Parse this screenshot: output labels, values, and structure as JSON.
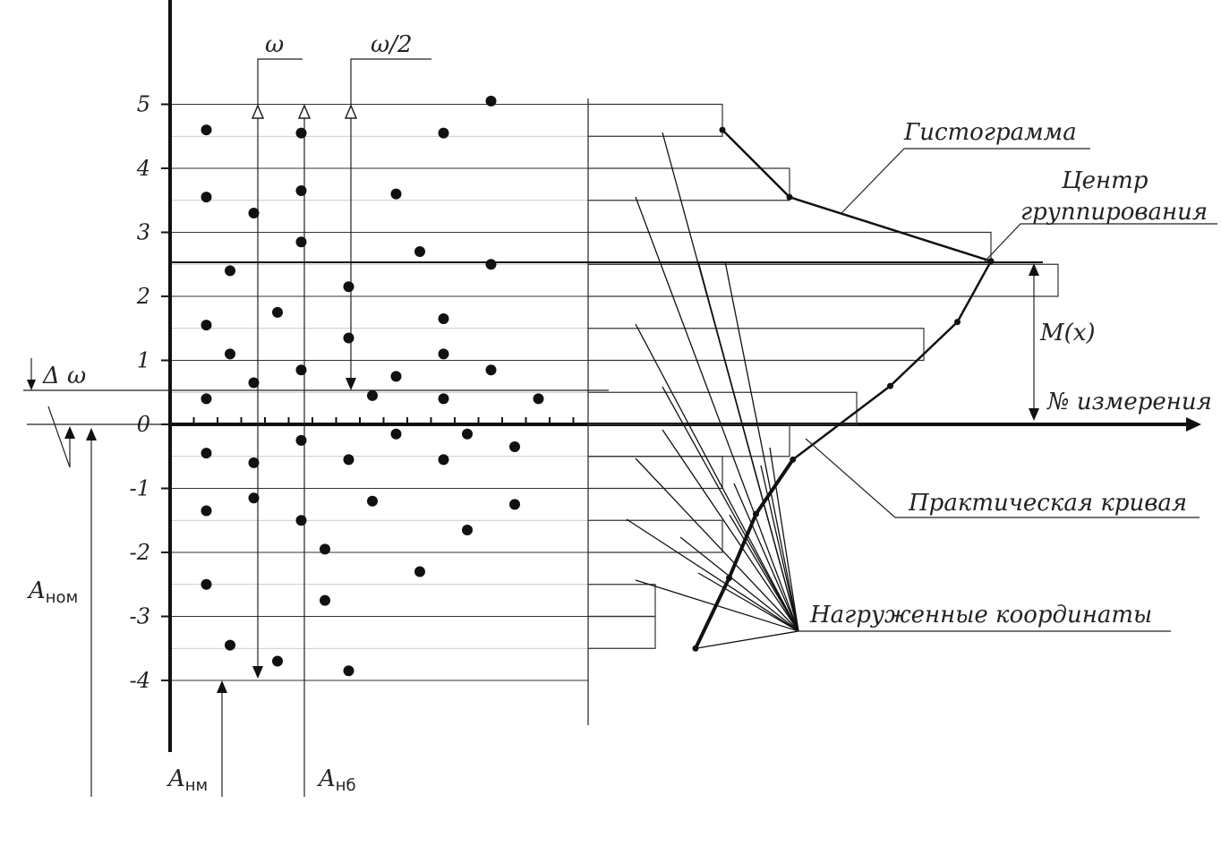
{
  "y_ticks": [
    "5",
    "4",
    "3",
    "2",
    "1",
    "0",
    "-1",
    "-2",
    "-3",
    "-4"
  ],
  "labels": {
    "omega": "ω",
    "omega_half": "ω/2",
    "delta_omega": "Δ ω",
    "histogram": "Гистограмма",
    "center_line1": "Центр",
    "center_line2": "группирования",
    "mx": "M(x)",
    "x_axis": "№ измерения",
    "practical_curve": "Практическая кривая",
    "loaded_coordinates": "Нагруженные координаты",
    "a_nom": "A",
    "a_nom_sub": "ном",
    "a_nm": "A",
    "a_nm_sub": "нм",
    "a_nb": "A",
    "a_nb_sub": "нб"
  },
  "scatter_points": [
    [
      1,
      4.6
    ],
    [
      1,
      3.55
    ],
    [
      1,
      1.55
    ],
    [
      1,
      0.4
    ],
    [
      1,
      -0.45
    ],
    [
      1,
      -1.35
    ],
    [
      1,
      -2.5
    ],
    [
      2,
      2.4
    ],
    [
      2,
      1.1
    ],
    [
      2,
      -3.45
    ],
    [
      3,
      3.3
    ],
    [
      3,
      0.65
    ],
    [
      3,
      -0.6
    ],
    [
      3,
      -1.15
    ],
    [
      4,
      1.75
    ],
    [
      4,
      -3.7
    ],
    [
      5,
      4.55
    ],
    [
      5,
      3.65
    ],
    [
      5,
      2.85
    ],
    [
      5,
      0.85
    ],
    [
      5,
      -0.25
    ],
    [
      5,
      -1.5
    ],
    [
      6,
      -1.95
    ],
    [
      6,
      -2.75
    ],
    [
      7,
      2.15
    ],
    [
      7,
      1.35
    ],
    [
      7,
      -0.55
    ],
    [
      7,
      -3.85
    ],
    [
      8,
      0.45
    ],
    [
      8,
      -1.2
    ],
    [
      9,
      3.6
    ],
    [
      9,
      0.75
    ],
    [
      9,
      -0.15
    ],
    [
      10,
      2.7
    ],
    [
      10,
      -2.3
    ],
    [
      11,
      4.55
    ],
    [
      11,
      1.65
    ],
    [
      11,
      1.1
    ],
    [
      11,
      0.4
    ],
    [
      11,
      -0.55
    ],
    [
      12,
      -0.15
    ],
    [
      12,
      -1.65
    ],
    [
      13,
      5.05
    ],
    [
      13,
      2.5
    ],
    [
      13,
      0.85
    ],
    [
      14,
      -0.35
    ],
    [
      14,
      -1.25
    ],
    [
      15,
      0.4
    ]
  ],
  "histogram_bins": [
    {
      "from": 4.5,
      "to": 5.0,
      "count": 2
    },
    {
      "from": 3.5,
      "to": 4.0,
      "count": 3
    },
    {
      "from": 2.5,
      "to": 3.0,
      "count": 6
    },
    {
      "from": 2.0,
      "to": 2.5,
      "count": 7
    },
    {
      "from": 1.0,
      "to": 1.5,
      "count": 5
    },
    {
      "from": 0.0,
      "to": 0.5,
      "count": 4
    },
    {
      "from": -0.5,
      "to": 0.0,
      "count": 3
    },
    {
      "from": -1.0,
      "to": -0.5,
      "count": 2
    },
    {
      "from": -2.0,
      "to": -1.5,
      "count": 2
    },
    {
      "from": -3.0,
      "to": -2.5,
      "count": 1
    },
    {
      "from": -3.5,
      "to": -3.0,
      "count": 1
    }
  ],
  "practical_curve": [
    [
      4.6,
      2
    ],
    [
      3.55,
      3
    ],
    [
      2.55,
      6
    ],
    [
      1.6,
      5.5
    ],
    [
      0.6,
      4.5
    ],
    [
      -0.55,
      3.05
    ],
    [
      -1.4,
      2.5
    ],
    [
      -2.4,
      2.1
    ],
    [
      -3.5,
      1.6
    ]
  ],
  "center_value": 2.55
}
